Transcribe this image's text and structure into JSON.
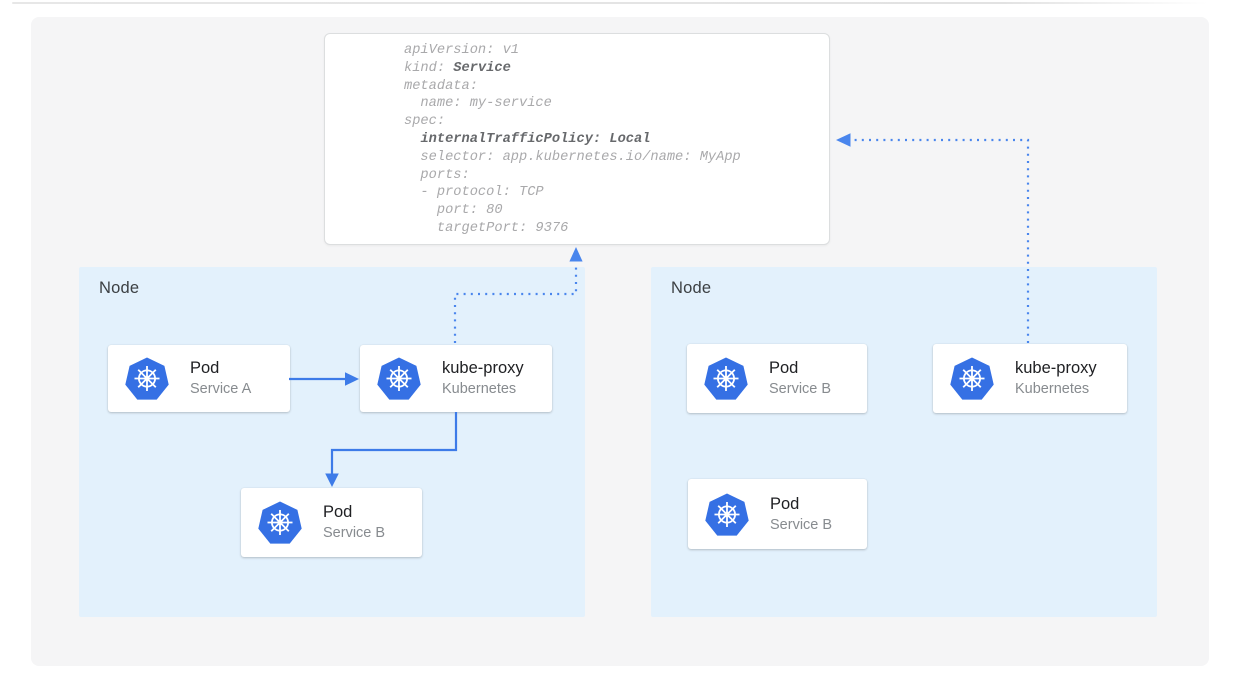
{
  "colors": {
    "canvas_bg": "#f5f5f6",
    "node_bg": "#e3f1fc",
    "solid_arrow_blue": "#3d7be8",
    "dotted_arrow_blue": "#4a86ed",
    "kubernetes_blue": "#3570e4"
  },
  "yaml_card": {
    "lines": [
      [
        {
          "text": "apiVersion: v1",
          "bold": false
        }
      ],
      [
        {
          "text": "kind: ",
          "bold": false
        },
        {
          "text": "Service",
          "bold": true
        }
      ],
      [
        {
          "text": "metadata:",
          "bold": false
        }
      ],
      [
        {
          "text": "  name: my-service",
          "bold": false
        }
      ],
      [
        {
          "text": "spec:",
          "bold": false
        }
      ],
      [
        {
          "text": "  ",
          "bold": false
        },
        {
          "text": "internalTrafficPolicy: Local",
          "bold": true
        }
      ],
      [
        {
          "text": "  selector: app.kubernetes.io/name: MyApp",
          "bold": false
        }
      ],
      [
        {
          "text": "  ports:",
          "bold": false
        }
      ],
      [
        {
          "text": "  - protocol: TCP",
          "bold": false
        }
      ],
      [
        {
          "text": "    port: 80",
          "bold": false
        }
      ],
      [
        {
          "text": "    targetPort: 9376",
          "bold": false
        }
      ]
    ]
  },
  "nodes": [
    {
      "label": "Node",
      "cards": [
        {
          "title": "Pod",
          "subtitle": "Service A"
        },
        {
          "title": "kube-proxy",
          "subtitle": "Kubernetes"
        },
        {
          "title": "Pod",
          "subtitle": "Service B"
        }
      ]
    },
    {
      "label": "Node",
      "cards": [
        {
          "title": "Pod",
          "subtitle": "Service B"
        },
        {
          "title": "kube-proxy",
          "subtitle": "Kubernetes"
        },
        {
          "title": "Pod",
          "subtitle": "Service B"
        }
      ]
    }
  ],
  "icons": {
    "kubernetes": "kubernetes-wheel-icon"
  }
}
